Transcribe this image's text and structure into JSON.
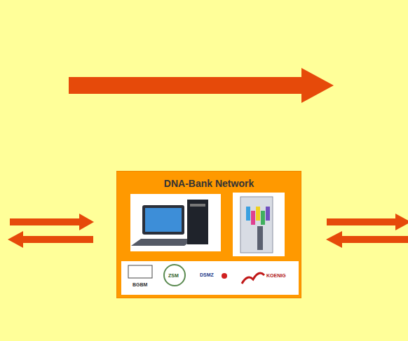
{
  "diagram": {
    "nodes": [
      {
        "text": [
          "DNA-Bank Network"
        ]
      }
    ],
    "labels": [
      "BGBM",
      "ZSM",
      "DSMZ",
      "KOENIG"
    ]
  }
}
